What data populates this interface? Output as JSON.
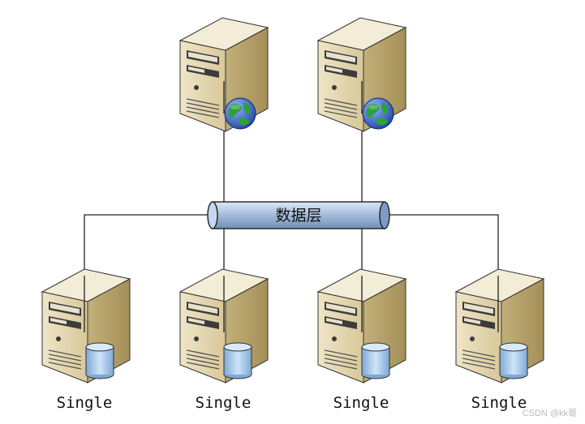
{
  "bus": {
    "label": "数据层"
  },
  "web_servers": [
    {
      "icon": "web-server-icon"
    },
    {
      "icon": "web-server-icon"
    }
  ],
  "db_servers": [
    {
      "label": "Single",
      "icon": "database-server-icon"
    },
    {
      "label": "Single",
      "icon": "database-server-icon"
    },
    {
      "label": "Single",
      "icon": "database-server-icon"
    },
    {
      "label": "Single",
      "icon": "database-server-icon"
    }
  ],
  "watermark": "CSDN @kk哥",
  "colors": {
    "case": "#e6d9b4",
    "case_dark": "#a99868",
    "bus": "#9fb6d6",
    "globe": "#2f5fc8",
    "land": "#2e9c3a",
    "db": "#a9cdee"
  }
}
